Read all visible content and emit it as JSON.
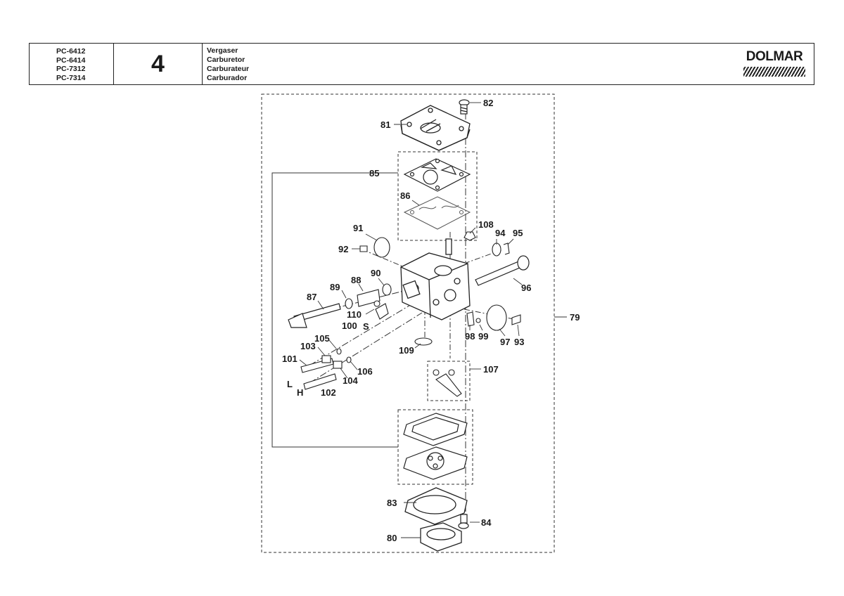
{
  "header": {
    "models": [
      "PC-6412",
      "PC-6414",
      "PC-7312",
      "PC-7314"
    ],
    "section_number": "4",
    "titles": [
      "Vergaser",
      "Carburetor",
      "Carburateur",
      "Carburador"
    ],
    "brand": "DOLMAR"
  },
  "diagram": {
    "part_numbers": {
      "p79": "79",
      "p80": "80",
      "p81": "81",
      "p82": "82",
      "p83": "83",
      "p84": "84",
      "p85": "85",
      "p86": "86",
      "p87": "87",
      "p88": "88",
      "p89": "89",
      "p90": "90",
      "p91": "91",
      "p92": "92",
      "p93": "93",
      "p94": "94",
      "p95": "95",
      "p96": "96",
      "p97": "97",
      "p98": "98",
      "p99": "99",
      "p100": "100",
      "p101": "101",
      "p102": "102",
      "p103": "103",
      "p104": "104",
      "p105": "105",
      "p106": "106",
      "p107": "107",
      "p108": "108",
      "p109": "109",
      "p110": "110"
    },
    "letters": {
      "s": "S",
      "l": "L",
      "h": "H"
    }
  }
}
